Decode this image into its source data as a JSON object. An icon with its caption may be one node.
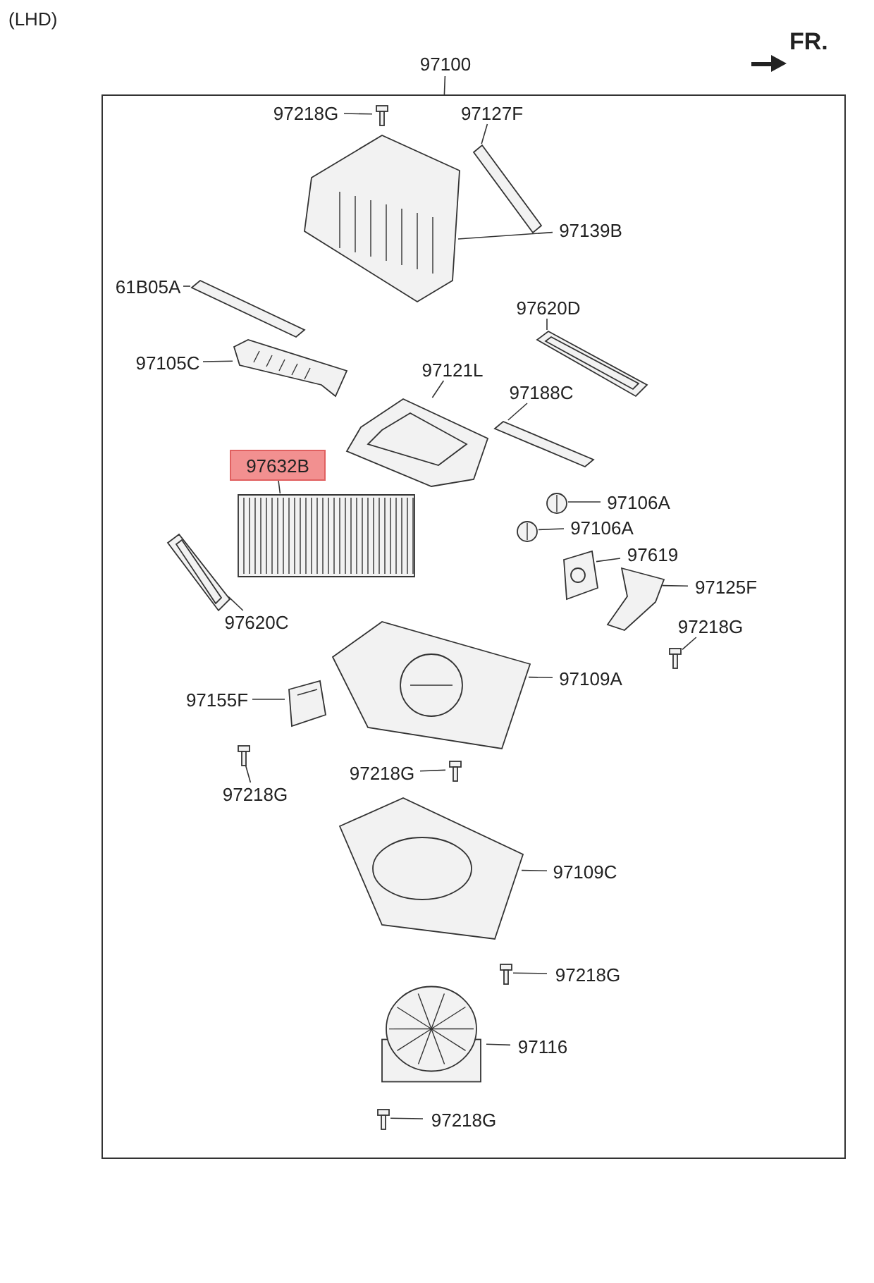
{
  "diagram": {
    "nodes": [
      {
        "text": [
          "97100"
        ]
      },
      {
        "text": [],
        "shape": "box"
      },
      {
        "text": [
          "97218G"
        ],
        "in": 1
      },
      {
        "text": [],
        "shape": "picture",
        "in": 1
      },
      {
        "text": [
          "97127F"
        ],
        "in": 1
      },
      {
        "text": [],
        "shape": "picture",
        "in": 1
      },
      {
        "text": [
          "97139B"
        ],
        "in": 1
      },
      {
        "text": [],
        "shape": "picture",
        "in": 1
      },
      {
        "text": [
          "61B05A"
        ],
        "in": 1
      },
      {
        "text": [],
        "shape": "picture",
        "in": 1
      },
      {
        "text": [
          "97105C"
        ],
        "in": 1
      },
      {
        "text": [],
        "shape": "picture",
        "in": 1
      },
      {
        "text": [
          "97620D"
        ],
        "in": 1
      },
      {
        "text": [],
        "shape": "picture",
        "in": 1
      },
      {
        "text": [
          "97121L"
        ],
        "in": 1
      },
      {
        "text": [],
        "shape": "picture",
        "in": 1
      },
      {
        "text": [
          "97188C"
        ],
        "in": 1
      },
      {
        "text": [],
        "shape": "picture",
        "in": 1
      },
      {
        "text": [
          "97632B"
        ],
        "in": 1
      },
      {
        "text": [],
        "shape": "picture",
        "in": 1
      },
      {
        "text": [
          "97106A"
        ],
        "in": 1
      },
      {
        "text": [],
        "shape": "picture",
        "in": 1
      },
      {
        "text": [
          "97106A"
        ],
        "in": 1
      },
      {
        "text": [],
        "shape": "picture",
        "in": 1
      },
      {
        "text": [
          "97619"
        ],
        "in": 1
      },
      {
        "text": [],
        "shape": "picture",
        "in": 1
      },
      {
        "text": [
          "97125F"
        ],
        "in": 1
      },
      {
        "text": [],
        "shape": "picture",
        "in": 1
      },
      {
        "text": [
          "97218G"
        ],
        "in": 1
      },
      {
        "text": [],
        "shape": "picture",
        "in": 1
      },
      {
        "text": [
          "97620C"
        ],
        "in": 1
      },
      {
        "text": [],
        "shape": "picture",
        "in": 1
      },
      {
        "text": [
          "97155F"
        ],
        "in": 1
      },
      {
        "text": [],
        "shape": "picture",
        "in": 1
      },
      {
        "text": [
          "97109A"
        ],
        "in": 1
      },
      {
        "text": [],
        "shape": "picture",
        "in": 1
      },
      {
        "text": [
          "97218G"
        ],
        "in": 1
      },
      {
        "text": [],
        "shape": "picture",
        "in": 1
      },
      {
        "text": [
          "97218G"
        ],
        "in": 1
      },
      {
        "text": [],
        "shape": "picture",
        "in": 1
      },
      {
        "text": [
          "97109C"
        ],
        "in": 1
      },
      {
        "text": [],
        "shape": "picture",
        "in": 1
      },
      {
        "text": [
          "97218G"
        ],
        "in": 1
      },
      {
        "text": [],
        "shape": "picture",
        "in": 1
      },
      {
        "text": [
          "97116"
        ],
        "in": 1
      },
      {
        "text": [],
        "shape": "picture",
        "in": 1
      },
      {
        "text": [
          "97218G"
        ],
        "in": 1
      },
      {
        "text": [],
        "shape": "picture",
        "in": 1
      }
    ],
    "edges": [
      {
        "from": 0,
        "to": 1,
        "arrow": "none"
      },
      {
        "from": 2,
        "to": 3,
        "arrow": "none"
      },
      {
        "from": 4,
        "to": 5,
        "arrow": "none"
      },
      {
        "from": 6,
        "to": 7,
        "arrow": "none"
      },
      {
        "from": 8,
        "to": 9,
        "arrow": "none"
      },
      {
        "from": 10,
        "to": 11,
        "arrow": "none"
      },
      {
        "from": 12,
        "to": 13,
        "arrow": "none"
      },
      {
        "from": 14,
        "to": 15,
        "arrow": "none"
      },
      {
        "from": 16,
        "to": 17,
        "arrow": "none"
      },
      {
        "from": 18,
        "to": 19,
        "arrow": "none"
      },
      {
        "from": 20,
        "to": 21,
        "arrow": "none"
      },
      {
        "from": 22,
        "to": 23,
        "arrow": "none"
      },
      {
        "from": 24,
        "to": 25,
        "arrow": "none"
      },
      {
        "from": 26,
        "to": 27,
        "arrow": "none"
      },
      {
        "from": 28,
        "to": 29,
        "arrow": "none"
      },
      {
        "from": 30,
        "to": 31,
        "arrow": "none"
      },
      {
        "from": 32,
        "to": 33,
        "arrow": "none"
      },
      {
        "from": 34,
        "to": 35,
        "arrow": "none"
      },
      {
        "from": 36,
        "to": 37,
        "arrow": "none"
      },
      {
        "from": 38,
        "to": 39,
        "arrow": "none"
      },
      {
        "from": 40,
        "to": 41,
        "arrow": "none"
      },
      {
        "from": 42,
        "to": 43,
        "arrow": "none"
      },
      {
        "from": 44,
        "to": 45,
        "arrow": "none"
      },
      {
        "from": 46,
        "to": 47,
        "arrow": "none"
      }
    ],
    "labels": [
      "(LHD)",
      "FR."
    ]
  }
}
